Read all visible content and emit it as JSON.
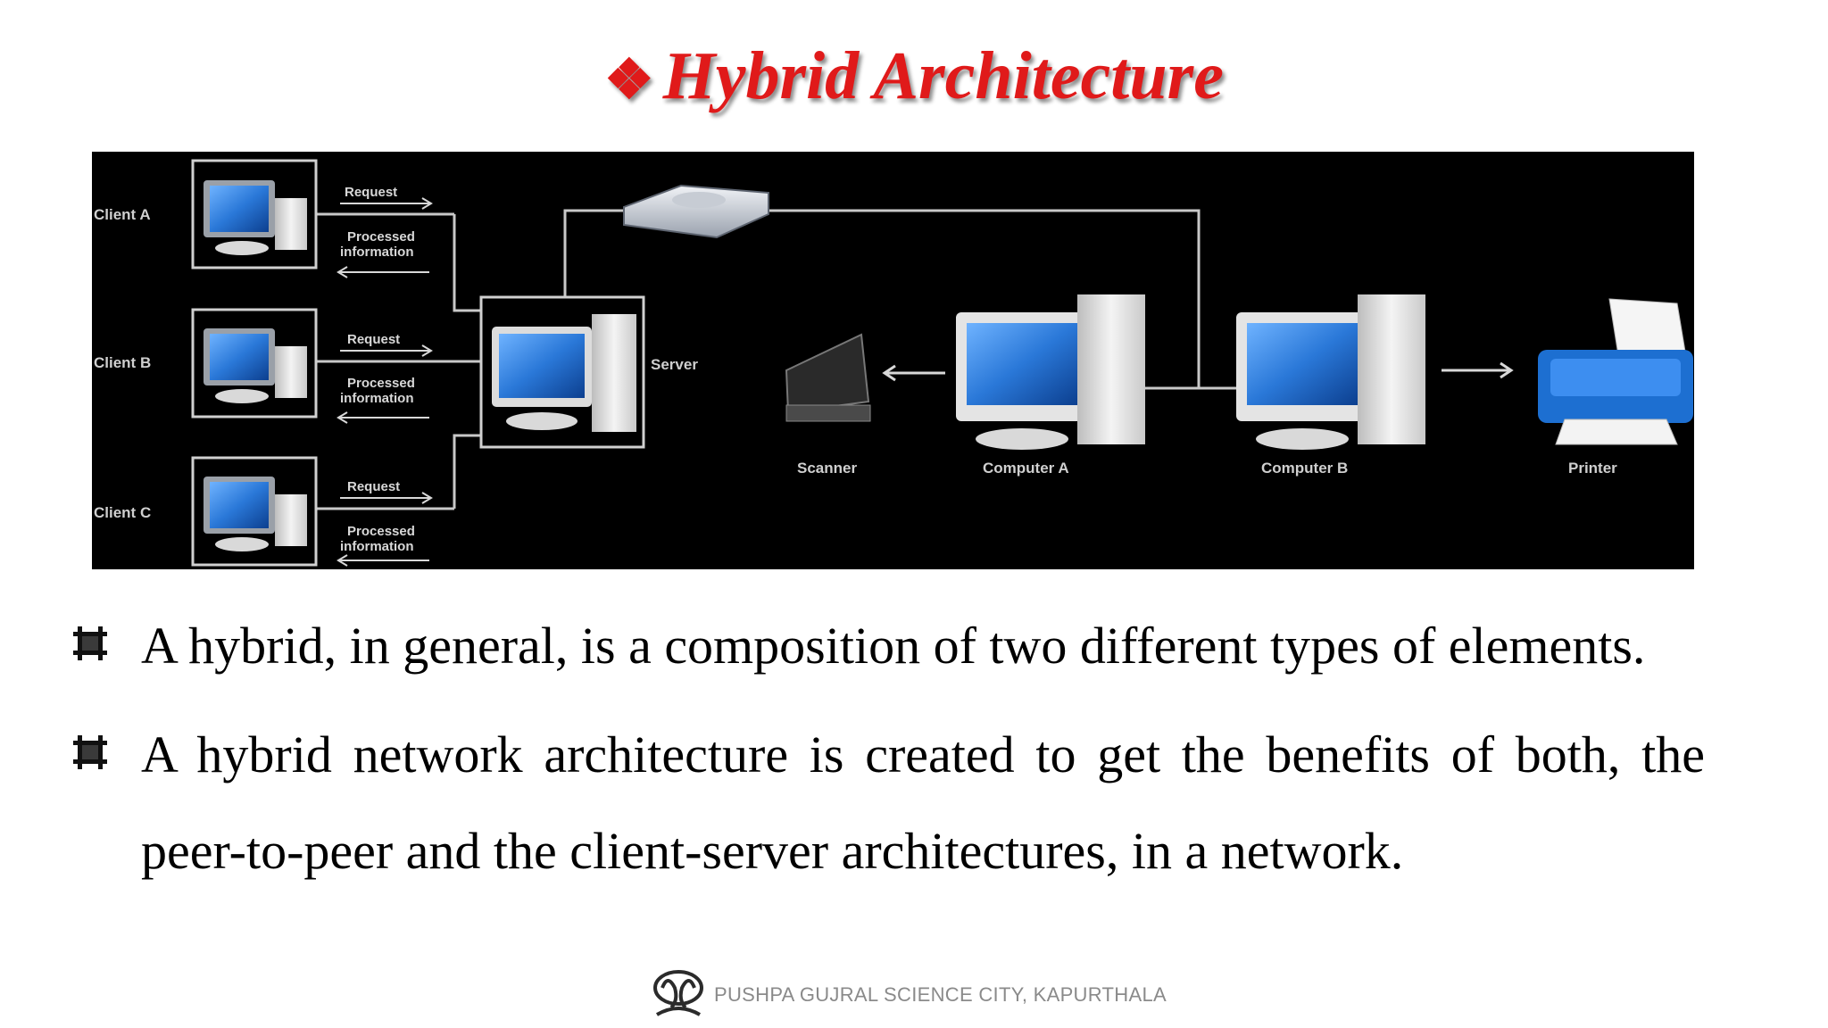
{
  "slide": {
    "title_symbol": "❖",
    "title": "Hybrid Architecture"
  },
  "diagram": {
    "clients": [
      {
        "label": "Client A",
        "request": "Request",
        "processed": [
          "Processed",
          "information"
        ]
      },
      {
        "label": "Client B",
        "request": "Request",
        "processed": [
          "Processed",
          "information"
        ]
      },
      {
        "label": "Client C",
        "request": "Request",
        "processed": [
          "Processed",
          "information"
        ]
      }
    ],
    "server_label": "Server",
    "scanner_label": "Scanner",
    "computer_a_label": "Computer A",
    "computer_b_label": "Computer B",
    "printer_label": "Printer"
  },
  "bullets": [
    {
      "icon": "grid-bullet-icon",
      "text": "A hybrid, in general, is a composition of two different types of elements."
    },
    {
      "icon": "grid-bullet-icon",
      "text": "A hybrid network architecture is created to get the benefits of both, the peer-to-peer and the client-server architectures, in a network."
    }
  ],
  "footer": {
    "logo_icon": "science-city-logo-icon",
    "text": "PUSHPA GUJRAL SCIENCE CITY, KAPURTHALA"
  },
  "colors": {
    "title": "#e01a1a",
    "diagram_background": "#000000",
    "screen_blue": "#2a78d8",
    "footer_text": "#8a8a8a"
  }
}
